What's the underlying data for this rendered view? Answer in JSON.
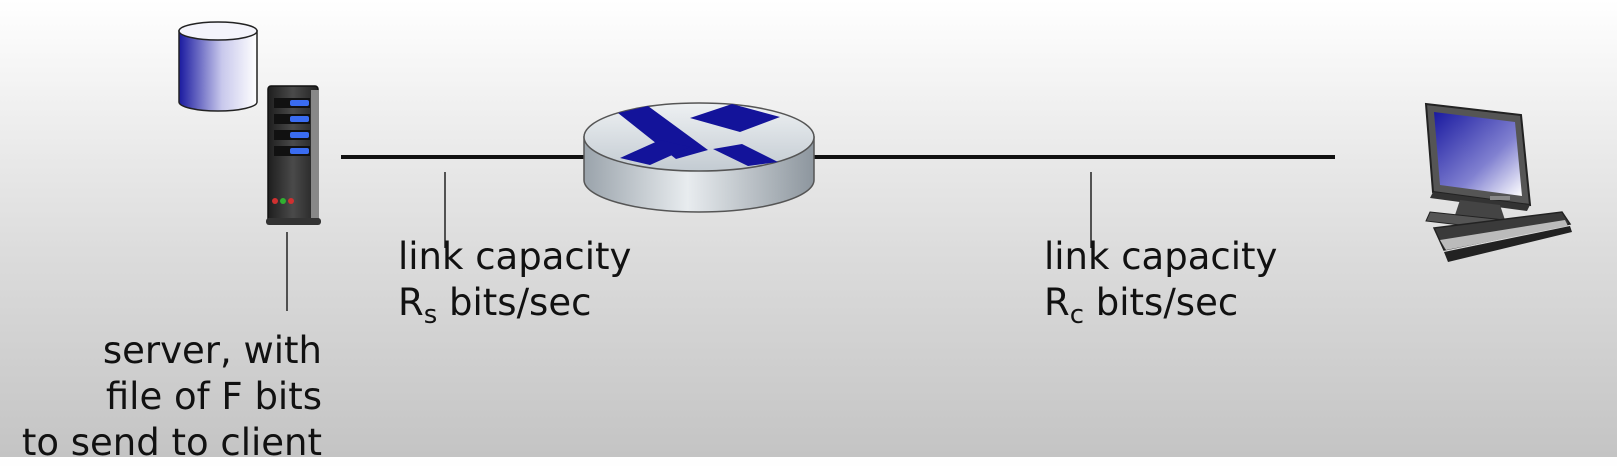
{
  "server": {
    "label_lines": [
      "server, with",
      "file of F bits",
      "to send to client"
    ]
  },
  "link_server": {
    "label": "link capacity",
    "rate_symbol": "R",
    "rate_subscript": "s",
    "rate_unit": "bits/sec"
  },
  "link_client": {
    "label": "link capacity",
    "rate_symbol": "R",
    "rate_subscript": "c",
    "rate_unit": "bits/sec"
  },
  "colors": {
    "accent": "#1a1aa0",
    "link": "#111111",
    "router_body": "#cfd6dc"
  }
}
